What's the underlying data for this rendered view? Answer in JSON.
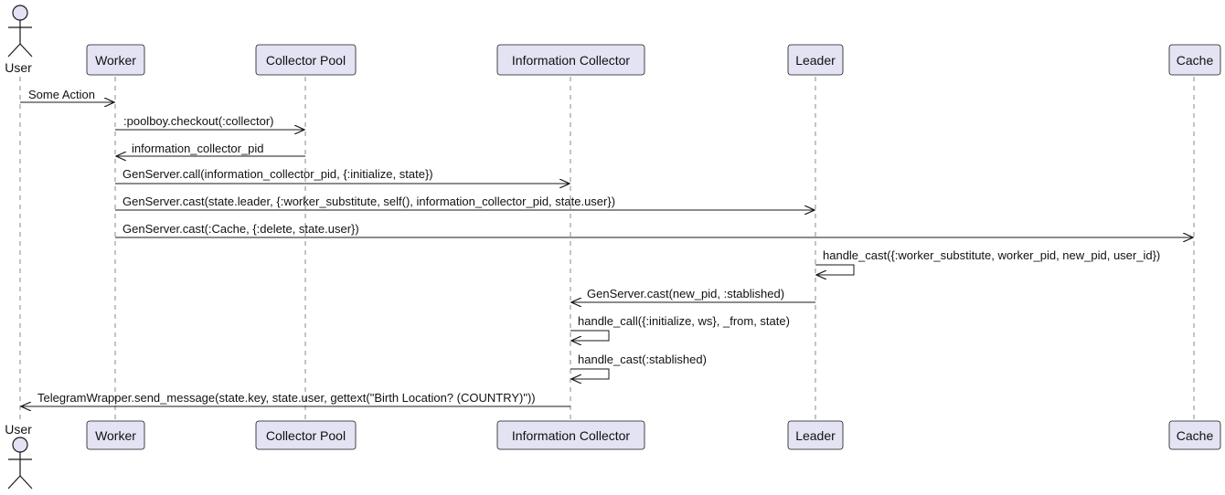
{
  "participants": {
    "user": "User",
    "worker": "Worker",
    "collector_pool": "Collector Pool",
    "information_collector": "Information Collector",
    "leader": "Leader",
    "cache": "Cache"
  },
  "messages": [
    "Some Action",
    ":poolboy.checkout(:collector)",
    "information_collector_pid",
    "GenServer.call(information_collector_pid, {:initialize, state})",
    "GenServer.cast(state.leader, {:worker_substitute, self(), information_collector_pid, state.user})",
    "GenServer.cast(:Cache, {:delete, state.user})",
    "handle_cast({:worker_substitute, worker_pid, new_pid, user_id})",
    "GenServer.cast(new_pid, :stablished)",
    "handle_call({:initialize, ws}, _from, state)",
    "handle_cast(:stablished)",
    "TelegramWrapper.send_message(state.key, state.user, gettext(\"Birth Location? (COUNTRY)\"))"
  ]
}
